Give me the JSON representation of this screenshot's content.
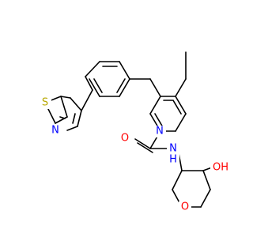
{
  "molecule": {
    "atoms": [
      {
        "id": "S1",
        "text": "S",
        "color": "#B8A800"
      },
      {
        "id": "N1",
        "text": "N",
        "color": "#0000FF"
      },
      {
        "id": "N2",
        "text": "N",
        "color": "#0000FF"
      },
      {
        "id": "O1",
        "text": "O",
        "color": "#FF0000"
      },
      {
        "id": "N3",
        "text": "N",
        "color": "#0000FF"
      },
      {
        "id": "H1",
        "text": "H",
        "color": "#0000FF"
      },
      {
        "id": "O2",
        "text": "OH",
        "color": "#FF0000"
      },
      {
        "id": "O3",
        "text": "O",
        "color": "#FF0000"
      }
    ],
    "bond_color": "#000000"
  }
}
